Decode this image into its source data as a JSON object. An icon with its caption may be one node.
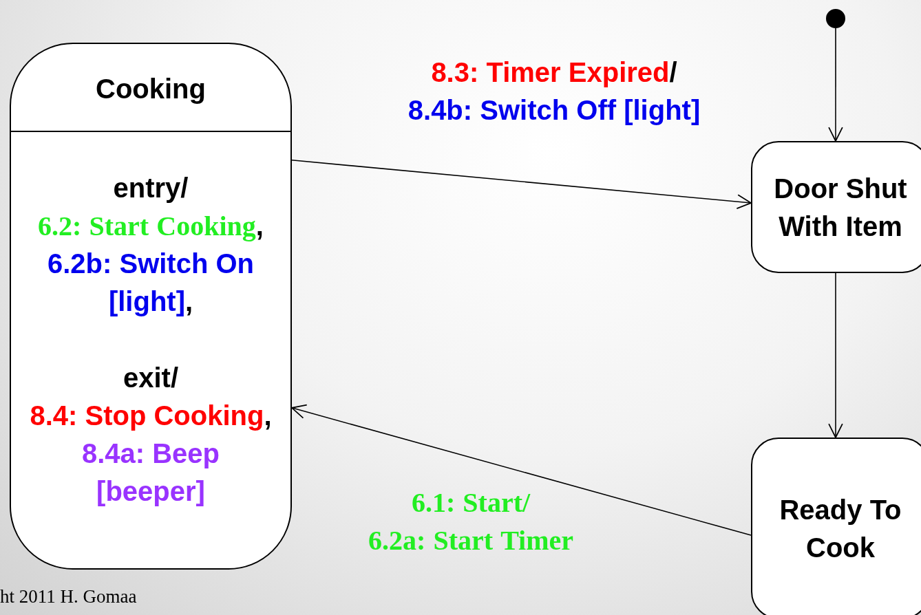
{
  "diagram": {
    "nodes": [
      {
        "text": [
          "Cooking",
          "entry/ 6.2: Start Cooking, 6.2b: Switch On [light],",
          "exit/ 8.4: Stop Cooking, 8.4a: Beep [beeper]"
        ]
      },
      {
        "text": [],
        "shape": "circle"
      },
      {
        "text": [
          "Door Shut With Item"
        ]
      },
      {
        "text": [
          "Ready To Cook"
        ]
      }
    ],
    "edges": [
      {
        "from": 1,
        "to": 2,
        "arrow": "to"
      },
      {
        "from": 0,
        "to": 2,
        "label": "8.3: Timer Expired/ 8.4b: Switch Off [light]",
        "arrow": "to"
      },
      {
        "from": 2,
        "to": 3,
        "arrow": "to"
      },
      {
        "from": 3,
        "to": 0,
        "label": "6.1: Start/ 6.2a: Start Timer",
        "arrow": "to"
      }
    ],
    "labels": [
      "ht 2011 H. Gomaa"
    ]
  }
}
